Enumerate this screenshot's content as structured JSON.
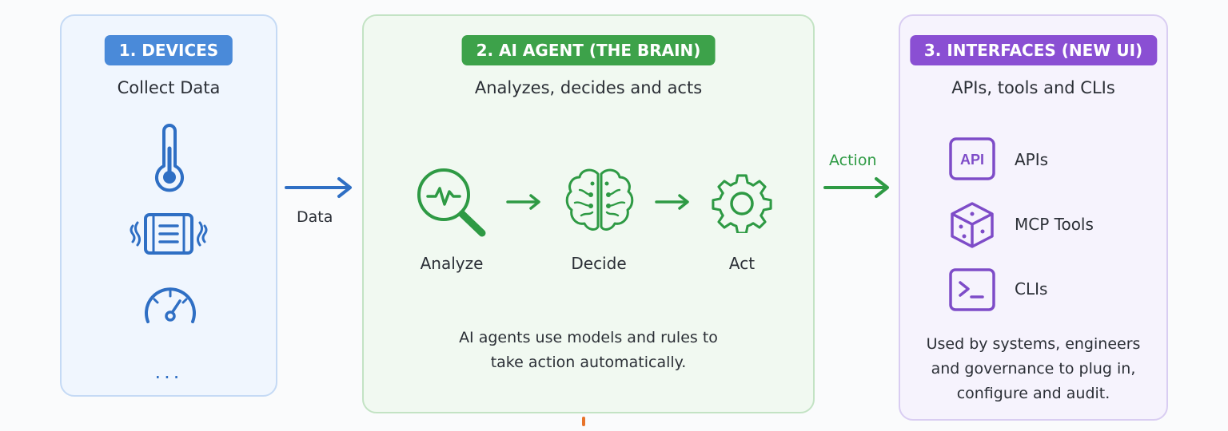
{
  "devices": {
    "badge": "1. DEVICES",
    "subtitle": "Collect Data",
    "icons": [
      "thermometer-icon",
      "vibration-sensor-icon",
      "gauge-icon"
    ],
    "more": "..."
  },
  "flows": {
    "data_label": "Data",
    "action_label": "Action"
  },
  "agent": {
    "badge": "2. AI AGENT (THE BRAIN)",
    "subtitle": "Analyzes, decides and acts",
    "steps": [
      {
        "label": "Analyze",
        "icon": "magnifier-pulse-icon"
      },
      {
        "label": "Decide",
        "icon": "brain-icon"
      },
      {
        "label": "Act",
        "icon": "gear-icon"
      }
    ],
    "note_line1": "AI agents use models and rules to",
    "note_line2": "take action automatically."
  },
  "interfaces": {
    "badge": "3. INTERFACES (NEW UI)",
    "subtitle": "APIs, tools and CLIs",
    "items": [
      {
        "label": "APIs",
        "icon": "api-icon",
        "icon_text": "API"
      },
      {
        "label": "MCP Tools",
        "icon": "cube-icon"
      },
      {
        "label": "CLIs",
        "icon": "terminal-icon"
      }
    ],
    "note_line1": "Used by systems, engineers",
    "note_line2": "and governance to plug in,",
    "note_line3": "configure and audit."
  },
  "colors": {
    "blue": "#2f6fc4",
    "green": "#2e9a44",
    "purple": "#7e4cc8",
    "badge_blue": "#4a8ad9",
    "badge_green": "#3da24a",
    "badge_purple": "#8a4fd3"
  }
}
